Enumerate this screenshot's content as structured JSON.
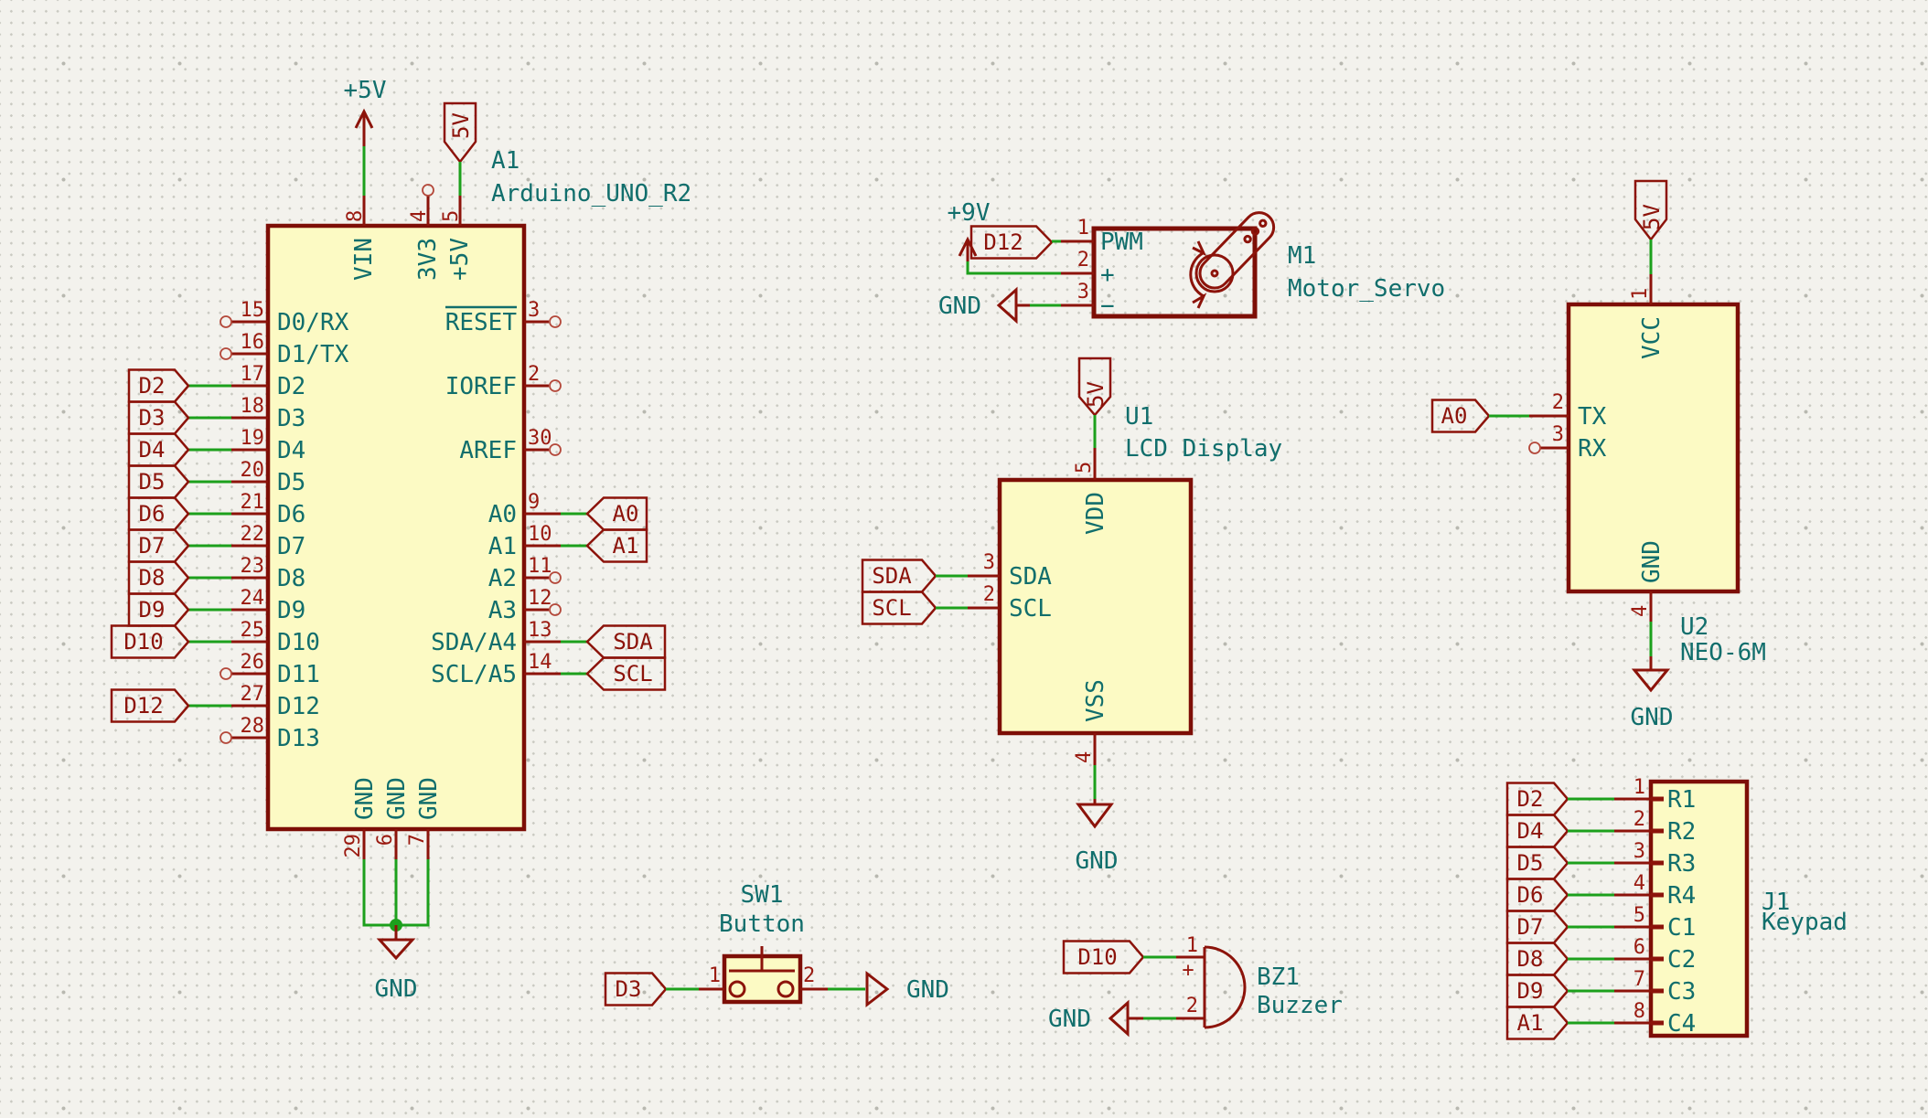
{
  "colors": {
    "background": "#F3F2ED",
    "symbol_fill": "#FCFAC4",
    "symbol_outline": "#7D0E06",
    "graphic_red": "#8C130A",
    "pin_number_red": "#9A1A10",
    "text_teal": "#116E6C",
    "wire_green": "#1CA01C"
  },
  "arduino": {
    "ref": "A1",
    "value": "Arduino_UNO_R2",
    "power_5v": "+5V",
    "flag_5v": "5V",
    "gnd": "GND",
    "top_pins": [
      {
        "num": "8",
        "name": "VIN"
      },
      {
        "num": "4",
        "name": "3V3"
      },
      {
        "num": "5",
        "name": "+5V"
      }
    ],
    "left_pins": [
      {
        "num": "15",
        "name": "D0/RX"
      },
      {
        "num": "16",
        "name": "D1/TX"
      },
      {
        "num": "17",
        "name": "D2",
        "label": "D2"
      },
      {
        "num": "18",
        "name": "D3",
        "label": "D3"
      },
      {
        "num": "19",
        "name": "D4",
        "label": "D4"
      },
      {
        "num": "20",
        "name": "D5",
        "label": "D5"
      },
      {
        "num": "21",
        "name": "D6",
        "label": "D6"
      },
      {
        "num": "22",
        "name": "D7",
        "label": "D7"
      },
      {
        "num": "23",
        "name": "D8",
        "label": "D8"
      },
      {
        "num": "24",
        "name": "D9",
        "label": "D9"
      },
      {
        "num": "25",
        "name": "D10",
        "label": "D10"
      },
      {
        "num": "26",
        "name": "D11"
      },
      {
        "num": "27",
        "name": "D12",
        "label": "D12"
      },
      {
        "num": "28",
        "name": "D13"
      }
    ],
    "right_pins": [
      {
        "num": "3",
        "name": "RESET"
      },
      {
        "num": "2",
        "name": "IOREF"
      },
      {
        "num": "30",
        "name": "AREF"
      },
      {
        "num": "9",
        "name": "A0",
        "label": "A0"
      },
      {
        "num": "10",
        "name": "A1",
        "label": "A1"
      },
      {
        "num": "11",
        "name": "A2"
      },
      {
        "num": "12",
        "name": "A3"
      },
      {
        "num": "13",
        "name": "SDA/A4",
        "label": "SDA"
      },
      {
        "num": "14",
        "name": "SCL/A5",
        "label": "SCL"
      }
    ],
    "bottom_pins": [
      {
        "num": "29",
        "name": "GND"
      },
      {
        "num": "6",
        "name": "GND"
      },
      {
        "num": "7",
        "name": "GND"
      }
    ]
  },
  "servo": {
    "ref": "M1",
    "value": "Motor_Servo",
    "power_9v": "+9V",
    "gnd": "GND",
    "pins": [
      {
        "num": "1",
        "name": "PWM",
        "label": "D12"
      },
      {
        "num": "2",
        "name": "+"
      },
      {
        "num": "3",
        "name": "−"
      }
    ]
  },
  "lcd": {
    "ref": "U1",
    "value": "LCD Display",
    "flag_5v": "5V",
    "gnd": "GND",
    "pins": {
      "vdd": {
        "num": "5",
        "name": "VDD"
      },
      "sda": {
        "num": "3",
        "name": "SDA",
        "label": "SDA"
      },
      "scl": {
        "num": "2",
        "name": "SCL",
        "label": "SCL"
      },
      "vss": {
        "num": "4",
        "name": "VSS"
      }
    }
  },
  "gps": {
    "ref": "U2",
    "value": "NEO-6M",
    "flag_5v": "5V",
    "gnd": "GND",
    "pins": {
      "vcc": {
        "num": "1",
        "name": "VCC"
      },
      "tx": {
        "num": "2",
        "name": "TX",
        "label": "A0"
      },
      "rx": {
        "num": "3",
        "name": "RX"
      },
      "gnd": {
        "num": "4",
        "name": "GND"
      }
    }
  },
  "keypad": {
    "ref": "J1",
    "value": "Keypad",
    "pins": [
      {
        "num": "1",
        "name": "R1",
        "label": "D2"
      },
      {
        "num": "2",
        "name": "R2",
        "label": "D4"
      },
      {
        "num": "3",
        "name": "R3",
        "label": "D5"
      },
      {
        "num": "4",
        "name": "R4",
        "label": "D6"
      },
      {
        "num": "5",
        "name": "C1",
        "label": "D7"
      },
      {
        "num": "6",
        "name": "C2",
        "label": "D8"
      },
      {
        "num": "7",
        "name": "C3",
        "label": "D9"
      },
      {
        "num": "8",
        "name": "C4",
        "label": "A1"
      }
    ]
  },
  "button": {
    "ref": "SW1",
    "value": "Button",
    "gnd": "GND",
    "pins": [
      {
        "num": "1",
        "label": "D3"
      },
      {
        "num": "2"
      }
    ]
  },
  "buzzer": {
    "ref": "BZ1",
    "value": "Buzzer",
    "gnd": "GND",
    "plus": "+",
    "pins": [
      {
        "num": "1",
        "label": "D10"
      },
      {
        "num": "2"
      }
    ]
  }
}
